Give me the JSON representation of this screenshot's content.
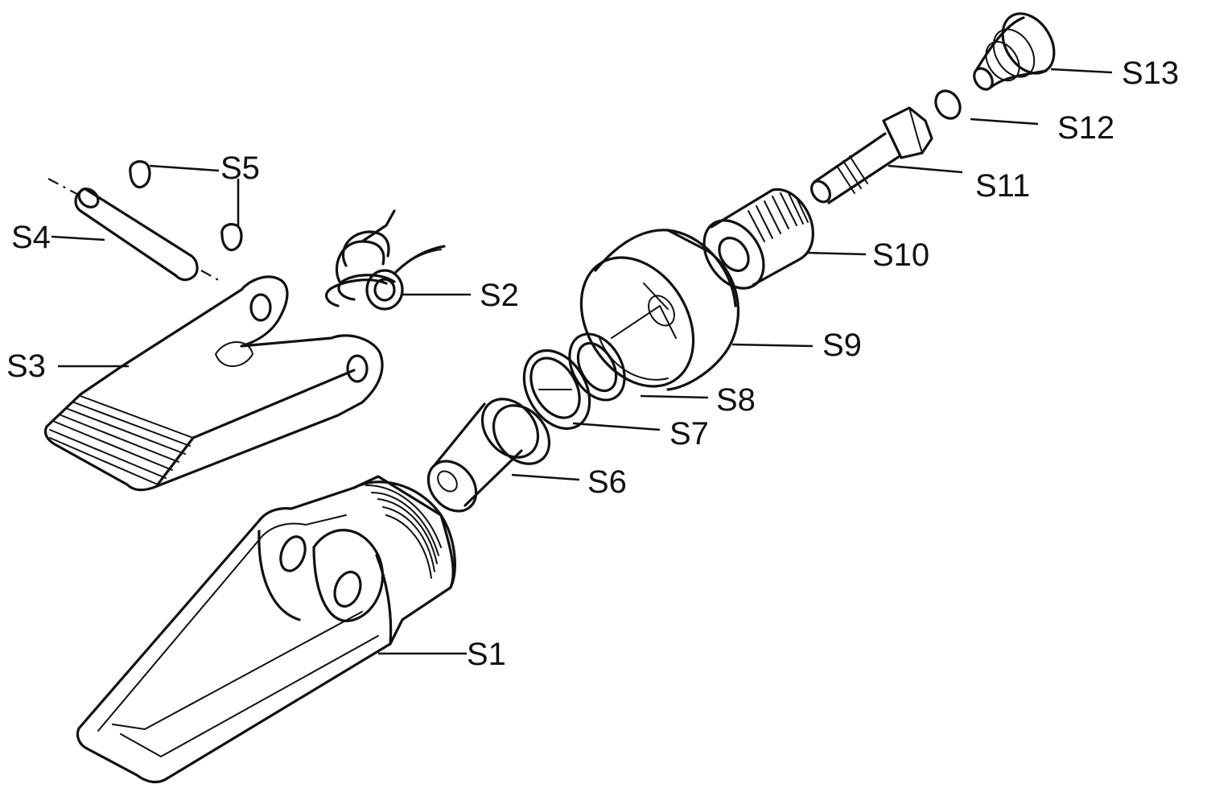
{
  "labels": {
    "s1": "S1",
    "s2": "S2",
    "s3": "S3",
    "s4": "S4",
    "s5": "S5",
    "s6": "S6",
    "s7": "S7",
    "s8": "S8",
    "s9": "S9",
    "s10": "S10",
    "s11": "S11",
    "s12": "S12",
    "s13": "S13"
  },
  "style": {
    "ink": "#111111",
    "paper": "#ffffff"
  }
}
